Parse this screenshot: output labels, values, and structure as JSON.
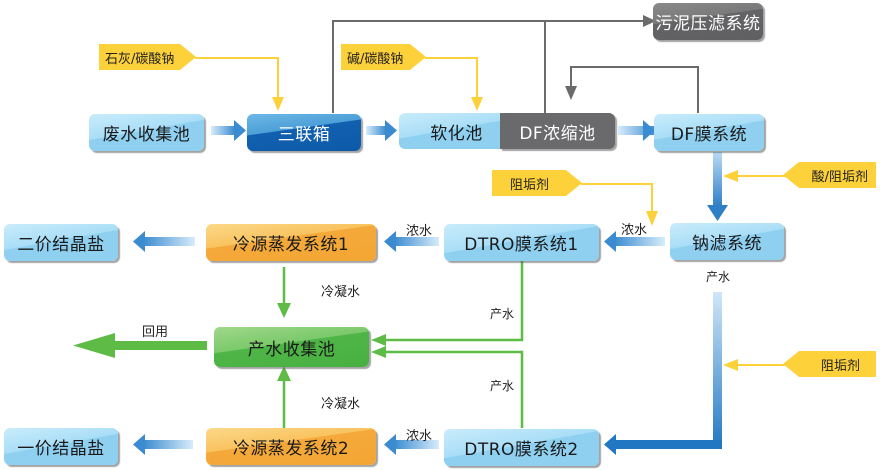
{
  "diagram": {
    "nodes": {
      "wastewater_pool": "废水收集池",
      "triple_tank": "三联箱",
      "softening_pool": "软化池",
      "df_concentrate_pool": "DF浓缩池",
      "df_membrane": "DF膜系统",
      "sludge_filter_press": "污泥压滤系统",
      "nanofiltration": "钠滤系统",
      "dtro1": "DTRO膜系统1",
      "dtro2": "DTRO膜系统2",
      "evaporator1": "冷源蒸发系统1",
      "evaporator2": "冷源蒸发系统2",
      "divalent_salt": "二价结晶盐",
      "monovalent_salt": "一价结晶盐",
      "product_water_pool": "产水收集池"
    },
    "dosing_tags": {
      "lime_soda": "石灰/碳酸钠",
      "alkali_soda": "碱/碳酸钠",
      "acid_antiscalant": "酸/阻垢剂",
      "antiscalant_1": "阻垢剂",
      "antiscalant_2": "阻垢剂"
    },
    "flow_labels": {
      "concentrate_nf": "浓水",
      "concentrate_dtro1": "浓水",
      "concentrate_dtro2": "浓水",
      "permeate_nf": "产水",
      "permeate_dtro1": "产水",
      "permeate_dtro2": "产水",
      "condensate_1": "冷凝水",
      "condensate_2": "冷凝水",
      "reuse": "回用"
    },
    "colors": {
      "flow_blue": "#2f7fc6",
      "dosing_yellow": "#fdd13a",
      "sludge_gray": "#6b6b6b",
      "water_green": "#5dbb46"
    }
  }
}
